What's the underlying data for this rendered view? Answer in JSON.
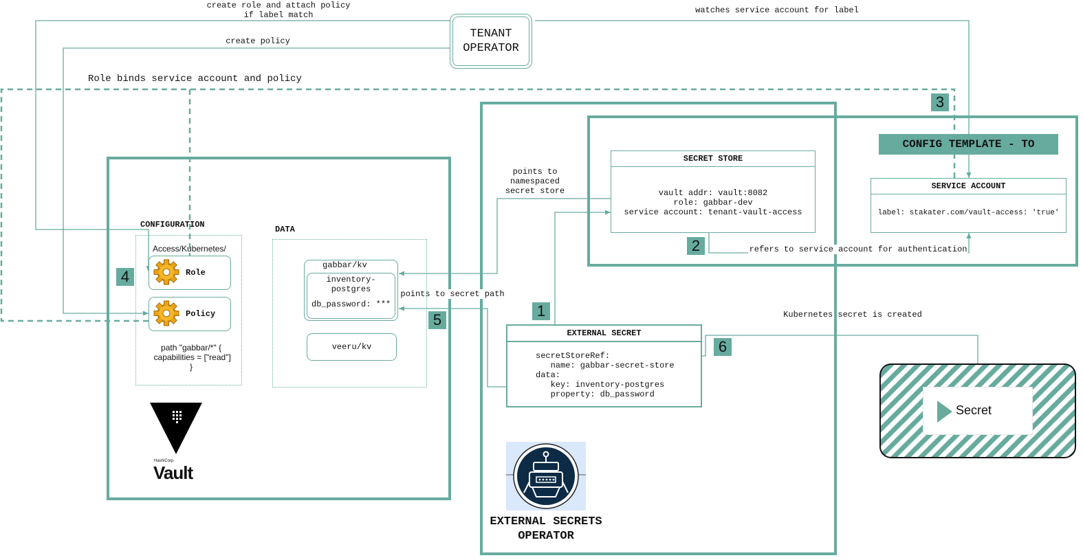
{
  "colors": {
    "accent": "#67ab9f",
    "vault_black": "#000000",
    "eso_navy": "#0d2b45",
    "eso_bg": "#dae8fc"
  },
  "tenant_operator": {
    "line1": "TENANT",
    "line2": "OPERATOR"
  },
  "edges": {
    "create_role": "create role and attach policy\nif label match",
    "create_policy": "create policy",
    "watches": "watches service account for label",
    "role_binds": "Role binds service account and policy",
    "points_store": "points to\nnamespaced\nsecret store",
    "points_path": "points to secret path",
    "refers_sa": "refers to service account for authentication",
    "k8s_created": "Kubernetes secret is created"
  },
  "badges": [
    "1",
    "2",
    "3",
    "4",
    "5",
    "6"
  ],
  "config_template": "CONFIG TEMPLATE - TO",
  "secret_store": {
    "title": "SECRET STORE",
    "body": "vault addr: vault:8082\nrole: gabbar-dev\nservice account: tenant-vault-access"
  },
  "service_account": {
    "title": "SERVICE ACCOUNT",
    "body": "label: stakater.com/vault-access: 'true'"
  },
  "external_secret": {
    "title": "EXTERNAL SECRET",
    "body": "secretStoreRef:\n   name: gabbar-secret-store\ndata:\n   key: inventory-postgres\n   property: db_password"
  },
  "vault": {
    "configuration_label": "CONFIGURATION",
    "data_label": "DATA",
    "auth_path": "Access/Kubernetes/",
    "role": "Role",
    "policy": "Policy",
    "policy_text": "path \"gabbar/*\" {\n capabilities = [\"read\"]\n}",
    "gabbar_kv": "gabbar/kv",
    "inventory": "inventory-\npostgres",
    "db_password": "db_password: ***",
    "veeru_kv": "veeru/kv",
    "logo_small": "HashiCorp",
    "logo_big": "Vault"
  },
  "eso": {
    "line1": "EXTERNAL SECRETS",
    "line2": "OPERATOR"
  },
  "secret": {
    "label": "Secret"
  }
}
